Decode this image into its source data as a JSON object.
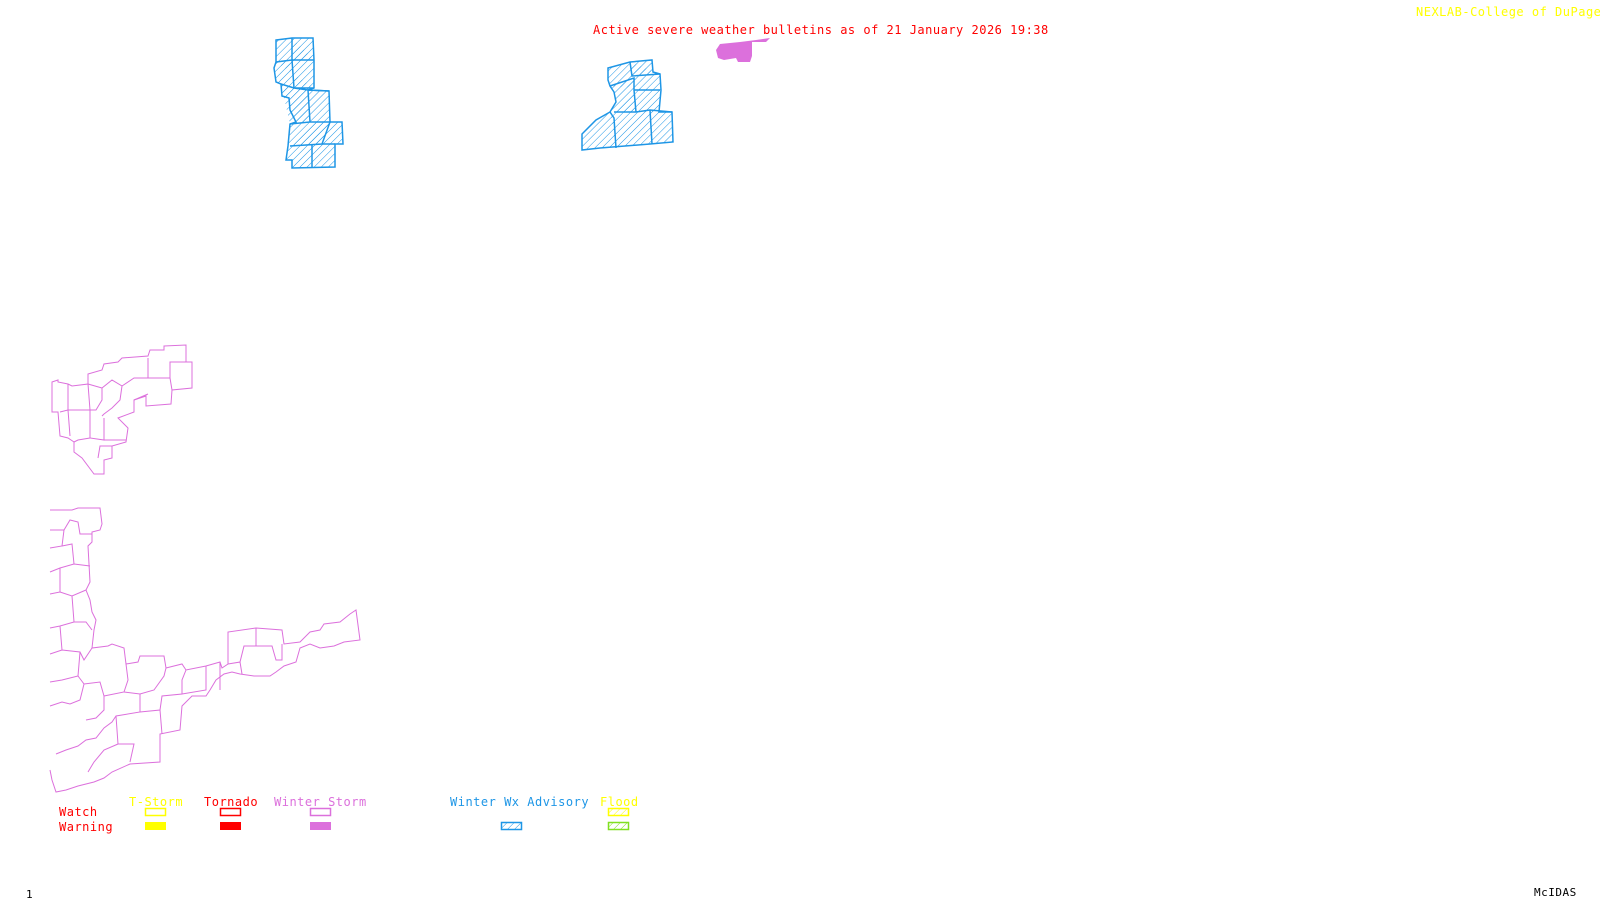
{
  "header": {
    "title": "Active severe weather bulletins as of 21 January 2026 19:38",
    "credit": "NEXLAB-College of DuPage",
    "credit_icon": "pointer-arrow-icon"
  },
  "footer": {
    "frame_number": "1",
    "software": "McIDAS"
  },
  "colors": {
    "tstorm": "#ffff00",
    "tornado": "#ff0000",
    "winter_storm": "#dc70dc",
    "winter_wx_advisory": "#1e96e6",
    "flood_watch": "#ffff00",
    "flood_warning": "#80e020",
    "title": "#ff0000",
    "credit": "#ffff00",
    "row_label": "#ff0000"
  },
  "legend": {
    "rows": {
      "watch": "Watch",
      "warning": "Warning"
    },
    "categories": [
      {
        "label": "T-Storm",
        "watch_style": "outline",
        "warning_style": "filled"
      },
      {
        "label": "Tornado",
        "watch_style": "outline",
        "warning_style": "filled"
      },
      {
        "label": "Winter Storm",
        "watch_style": "outline",
        "warning_style": "filled"
      },
      {
        "label": "Winter Wx Advisory",
        "watch_style": "none",
        "warning_style": "hatched"
      },
      {
        "label": "Flood",
        "watch_style": "hatched",
        "warning_style": "hatched"
      }
    ]
  },
  "map_features": [
    {
      "name": "winter-wx-advisory-area-west",
      "type": "Winter Wx Advisory",
      "style": "hatched"
    },
    {
      "name": "winter-wx-advisory-area-east",
      "type": "Winter Wx Advisory",
      "style": "hatched"
    },
    {
      "name": "winter-storm-warning-area",
      "type": "Winter Storm Warning",
      "style": "filled"
    },
    {
      "name": "winter-storm-watch-area-central",
      "type": "Winter Storm Watch",
      "style": "outline"
    },
    {
      "name": "winter-storm-watch-area-south",
      "type": "Winter Storm Watch",
      "style": "outline"
    }
  ]
}
